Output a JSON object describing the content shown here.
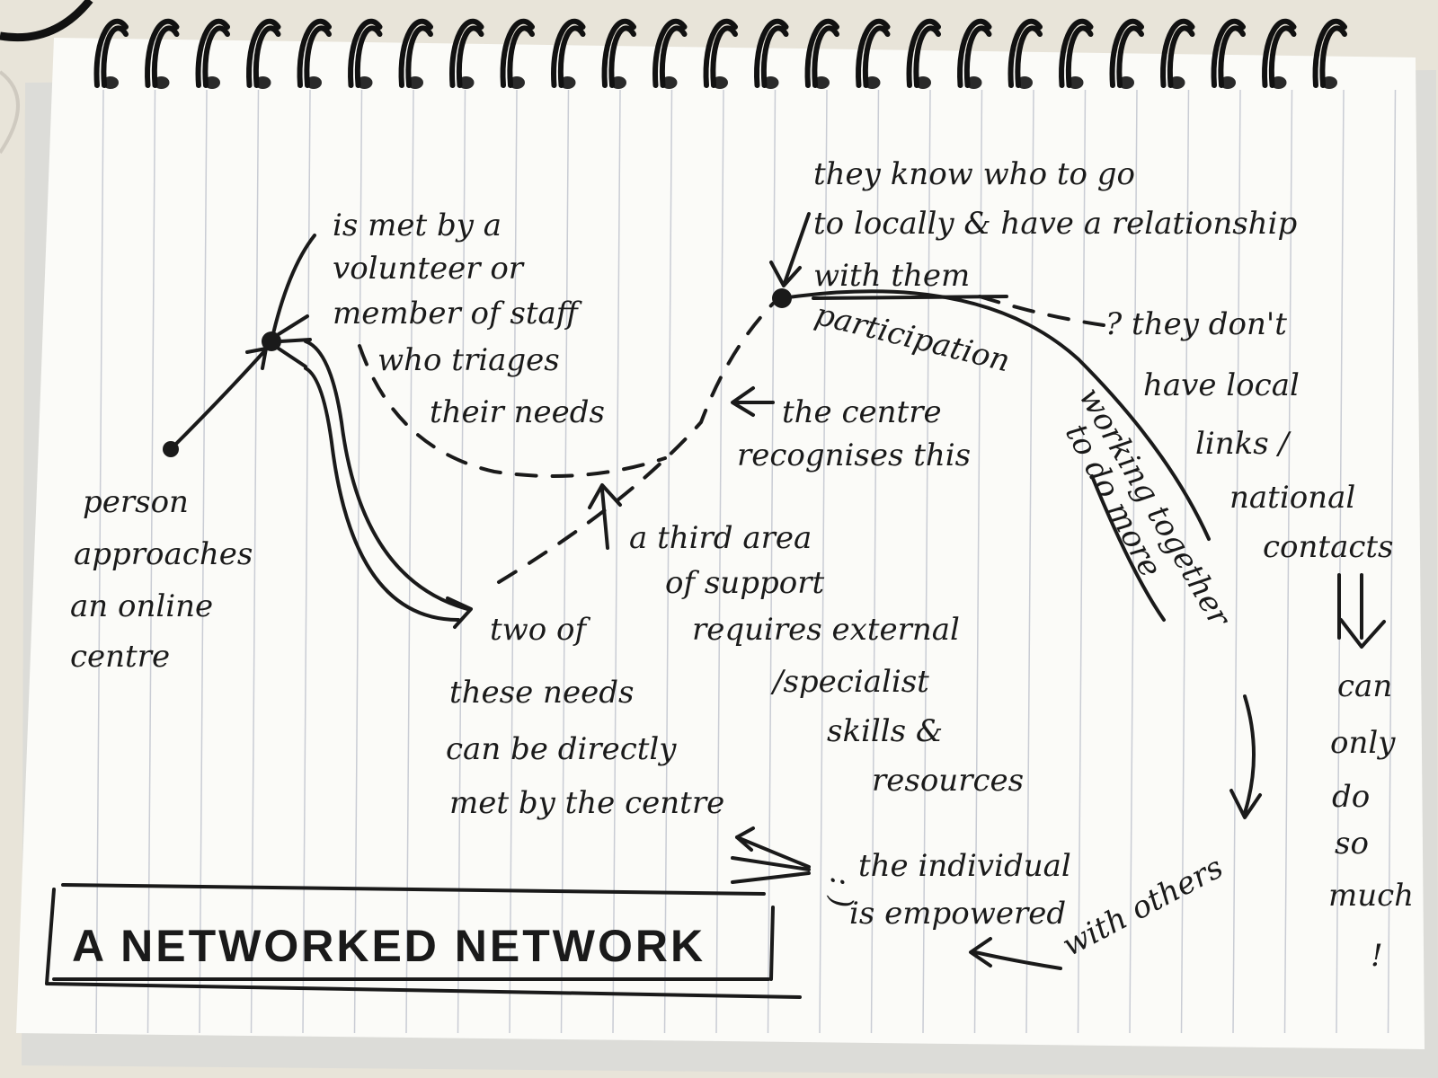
{
  "title": "A NETWORKED NETWORK",
  "notes": {
    "approach": [
      "person",
      "approaches",
      "an online",
      "centre"
    ],
    "met_by": [
      "is met by a",
      "volunteer or",
      "member of staff",
      "who triages",
      "their needs"
    ],
    "two_needs": [
      "two of",
      "these needs",
      "can be directly",
      "met by the centre"
    ],
    "third_area": [
      "a third area",
      "of support",
      "requires external",
      "/specialist",
      "skills &",
      "resources"
    ],
    "recognises": [
      "the centre",
      "recognises this"
    ],
    "know_who": [
      "they know who to go",
      "to locally & have a relationship",
      "with them"
    ],
    "participation": "participation",
    "working_together": "working together",
    "to_do_more": "to do more",
    "no_links": [
      "? they don't",
      "have local",
      "links /",
      "national",
      "contacts"
    ],
    "can_only": [
      "can",
      "only",
      "do",
      "so",
      "much",
      "!"
    ],
    "with_others": "with others",
    "empowered": [
      "the individual",
      "is empowered"
    ],
    "smiley": ": )"
  },
  "colors": {
    "ink": "#1a1a1a",
    "paper": "#fbfbf8",
    "rule": "#c9ccd4",
    "desk": "#e8e4d9"
  }
}
